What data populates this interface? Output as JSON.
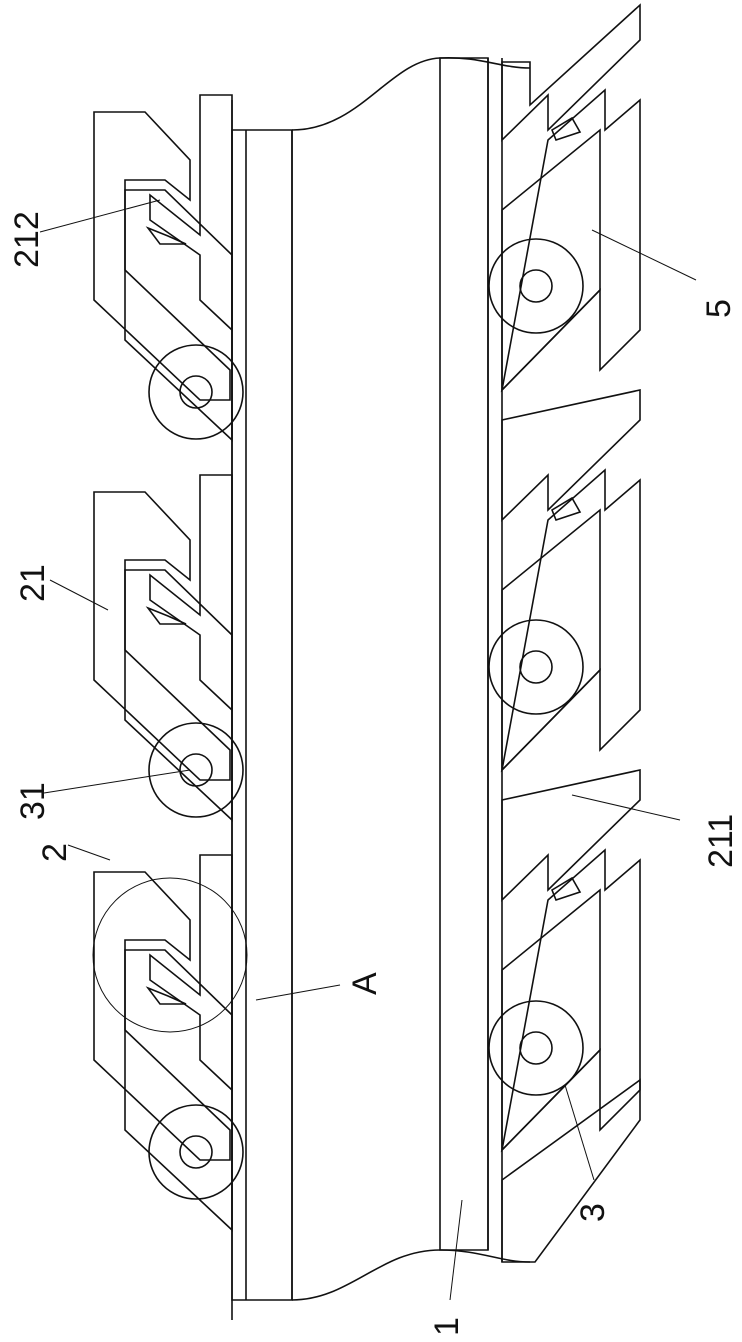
{
  "figure": {
    "labels": {
      "l1": "1",
      "l2": "2",
      "l3": "3",
      "l5": "5",
      "l21": "21",
      "l31": "31",
      "l211": "211",
      "l212": "212",
      "lA": "A"
    }
  }
}
